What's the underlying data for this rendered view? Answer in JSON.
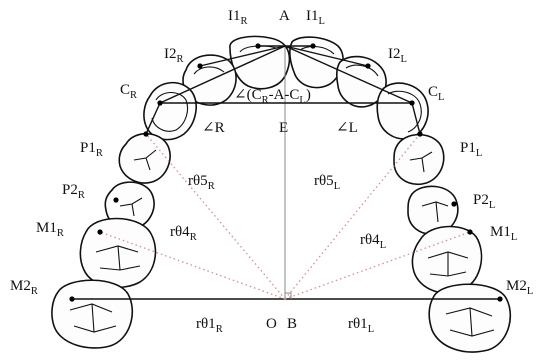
{
  "figure": {
    "labels": {
      "A": "A",
      "E": "E",
      "O": "O",
      "B": "B",
      "I1R": {
        "base": "I1",
        "sub": "R"
      },
      "I1L": {
        "base": "I1",
        "sub": "L"
      },
      "I2R": {
        "base": "I2",
        "sub": "R"
      },
      "I2L": {
        "base": "I2",
        "sub": "L"
      },
      "CR": {
        "base": "C",
        "sub": "R"
      },
      "CL": {
        "base": "C",
        "sub": "L"
      },
      "P1R": {
        "base": "P1",
        "sub": "R"
      },
      "P1L": {
        "base": "P1",
        "sub": "L"
      },
      "P2R": {
        "base": "P2",
        "sub": "R"
      },
      "P2L": {
        "base": "P2",
        "sub": "L"
      },
      "M1R": {
        "base": "M1",
        "sub": "R"
      },
      "M1L": {
        "base": "M1",
        "sub": "L"
      },
      "M2R": {
        "base": "M2",
        "sub": "R"
      },
      "M2L": {
        "base": "M2",
        "sub": "L"
      },
      "angle_CAC": {
        "a": "∠(C",
        "s1": "R",
        "b": "-A-C",
        "s2": "L",
        "c": ")"
      },
      "angle_R": "∠R",
      "angle_L": "∠L",
      "r5R": {
        "base": "rθ5",
        "sub": "R"
      },
      "r5L": {
        "base": "rθ5",
        "sub": "L"
      },
      "r4R": {
        "base": "rθ4",
        "sub": "R"
      },
      "r4L": {
        "base": "rθ4",
        "sub": "L"
      },
      "r1R": {
        "base": "rθ1",
        "sub": "R"
      },
      "r1L": {
        "base": "rθ1",
        "sub": "L"
      }
    }
  }
}
